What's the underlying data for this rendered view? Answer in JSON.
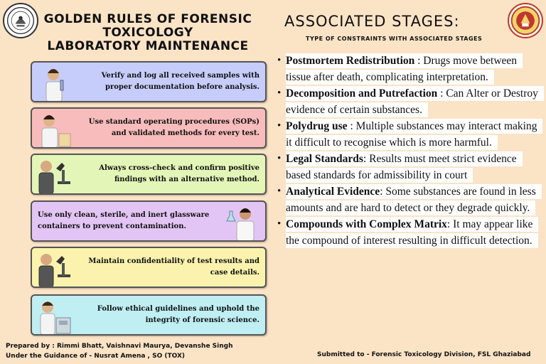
{
  "header": {
    "title_line1": "Golden Rules of Forensic",
    "title_line2": "Toxicology",
    "title_line3": "Laboratory Maintenance",
    "stages_title": "ASSOCIATED STAGES:",
    "stages_subtitle": "TYPE OF CONSTRAINTS WITH ASSOCIATED STAGES"
  },
  "rules": [
    {
      "text": "Verify and log all received samples with proper documentation before analysis.",
      "bg": "#c7cdfa"
    },
    {
      "text": "Use standard operating procedures (SOPs) and validated methods for every test.",
      "bg": "#f8bcbc"
    },
    {
      "text": "Always cross-check and confirm positive findings with an alternative method.",
      "bg": "#e3f6b8"
    },
    {
      "text": "Use only clean, sterile, and inert glassware containers to prevent contamination.",
      "bg": "#e2c5f4"
    },
    {
      "text": "Maintain confidentiality of test results and case details.",
      "bg": "#fbf3ad"
    },
    {
      "text": "Follow ethical guidelines and uphold the integrity of forensic science.",
      "bg": "#bfeef3"
    }
  ],
  "stages": [
    {
      "name": "Postmortem Redistribution",
      "desc": " : Drugs move between tissue after death, complicating interpretation."
    },
    {
      "name": "Decomposition and Putrefaction",
      "desc": " : Can Alter or Destroy evidence of certain substances."
    },
    {
      "name": "Polydrug use",
      "desc": " : Multiple substances may interact making it difficult to recognise which is more harmful."
    },
    {
      "name": "Legal Standards",
      "desc": ": Results must meet strict evidence based standards for admissibility in court"
    },
    {
      "name": "Analytical Evidence",
      "desc": ":  Some substances are  found in less amounts and are hard to detect or they degrade quickly."
    },
    {
      "name": "Compounds with Complex Matrix",
      "desc": ": It may appear like the compound of interest resulting in difficult detection."
    }
  ],
  "footer": {
    "prepared_by": "Prepared by : Rimmi Bhatt, Vaishnavi Maurya, Devanshe Singh",
    "guidance": "Under the Guidance of - Nusrat Amena , SO  (TOX)",
    "submitted_to": "Submitted to -  Forensic Toxicology Division, FSL Ghaziabad"
  },
  "icons": {
    "left_emblem": "state-emblem-icon",
    "right_emblem": "institution-crest-icon",
    "rule_photos": [
      "scientist-with-sample-icon",
      "scientist-with-test-tube-icon",
      "microscope-user-icon",
      "scientist-holding-flask-icon",
      "microscope-user-icon",
      "lab-worker-at-equipment-icon"
    ]
  }
}
